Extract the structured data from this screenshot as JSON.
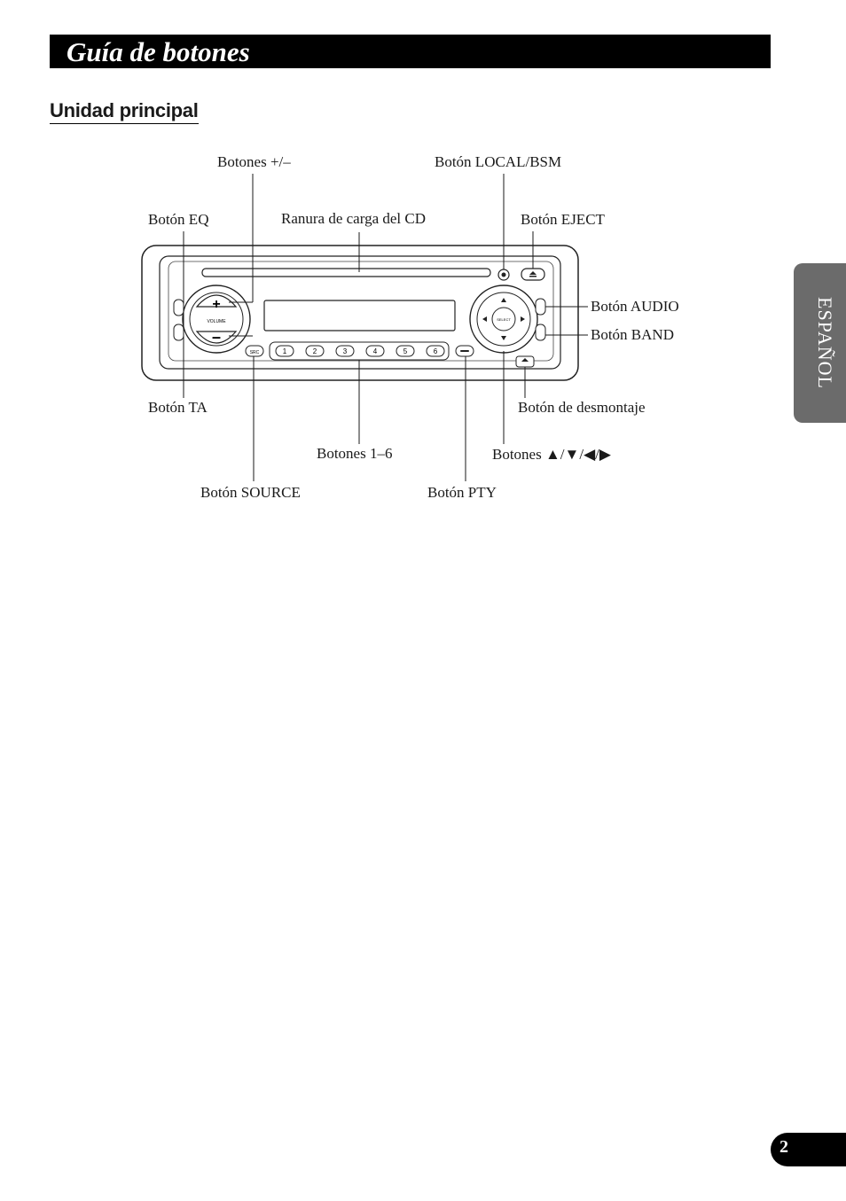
{
  "header": {
    "title": "Guía de botones"
  },
  "section": {
    "heading": "Unidad principal"
  },
  "side_tab": {
    "label": "ESPAÑOL"
  },
  "diagram": {
    "labels": {
      "plus_minus": "Botones +/–",
      "local_bsm": "Botón LOCAL/BSM",
      "eq": "Botón EQ",
      "cd_slot": "Ranura de carga del CD",
      "eject": "Botón EJECT",
      "audio": "Botón AUDIO",
      "band": "Botón BAND",
      "ta": "Botón TA",
      "detach": "Botón de desmontaje",
      "presets": "Botones 1–6",
      "arrows": "Botones ▲/▼/◀/▶",
      "source": "Botón SOURCE",
      "pty": "Botón PTY"
    },
    "device_text": {
      "volume": "VOLUME",
      "select": "SELECT",
      "src": "SRC",
      "presets": [
        "1",
        "2",
        "3",
        "4",
        "5",
        "6"
      ]
    }
  },
  "footer": {
    "page_number": "2"
  }
}
